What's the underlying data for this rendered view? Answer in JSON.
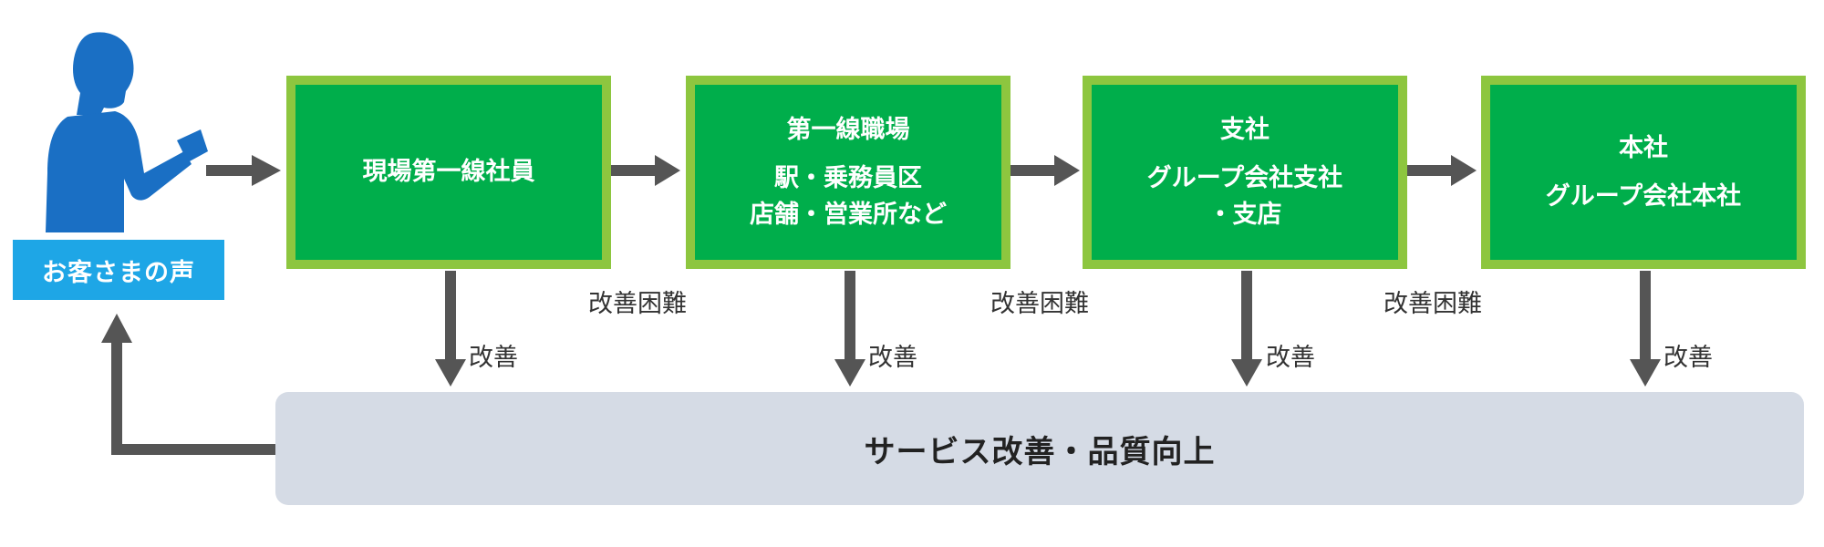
{
  "customer_voice": {
    "label": "お客さまの声"
  },
  "stages": [
    {
      "lines": [
        "現場第一線社員"
      ]
    },
    {
      "lines": [
        "第一線職場",
        "駅・乗務員区",
        "店舗・営業所など"
      ]
    },
    {
      "lines": [
        "支社",
        "グループ会社支社",
        "・支店"
      ]
    },
    {
      "lines": [
        "本社",
        "グループ会社本社"
      ]
    }
  ],
  "labels": {
    "difficult": "改善困難",
    "improve": "改善"
  },
  "result": {
    "label": "サービス改善・品質向上"
  },
  "colors": {
    "person": "#1a6fc4",
    "voice_label_bg": "#1ea6e6",
    "stage_fill": "#00ae4b",
    "stage_border": "#8dc63f",
    "arrow": "#555555",
    "result_bg": "#d5dbe5"
  }
}
